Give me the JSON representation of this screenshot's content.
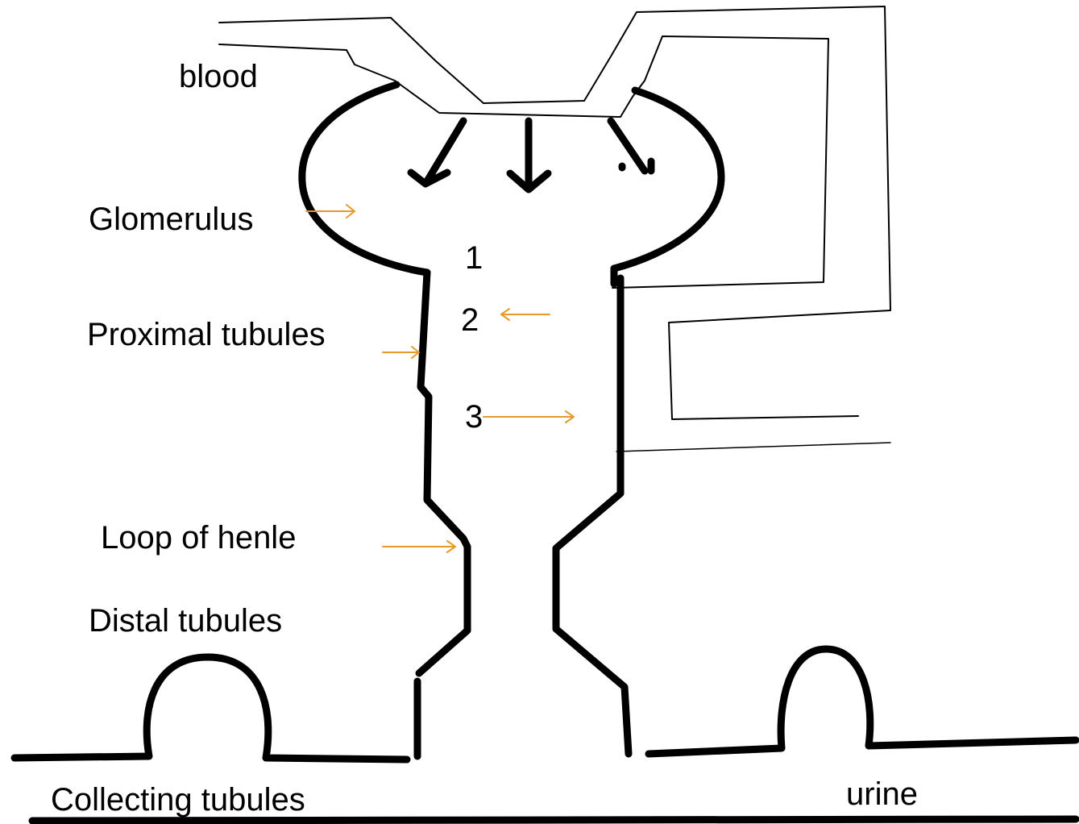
{
  "labels": {
    "blood": "blood",
    "glomerulus": "Glomerulus",
    "proximal": "Proximal tubules",
    "loop": "Loop of henle",
    "distal": "Distal tubules",
    "collecting": "Collecting tubules",
    "urine": "urine",
    "n1": "1",
    "n2": "2",
    "n3": "3"
  },
  "colors": {
    "ink": "#000000",
    "pointer_arrow": "#e69a2e",
    "background": "#ffffff"
  }
}
